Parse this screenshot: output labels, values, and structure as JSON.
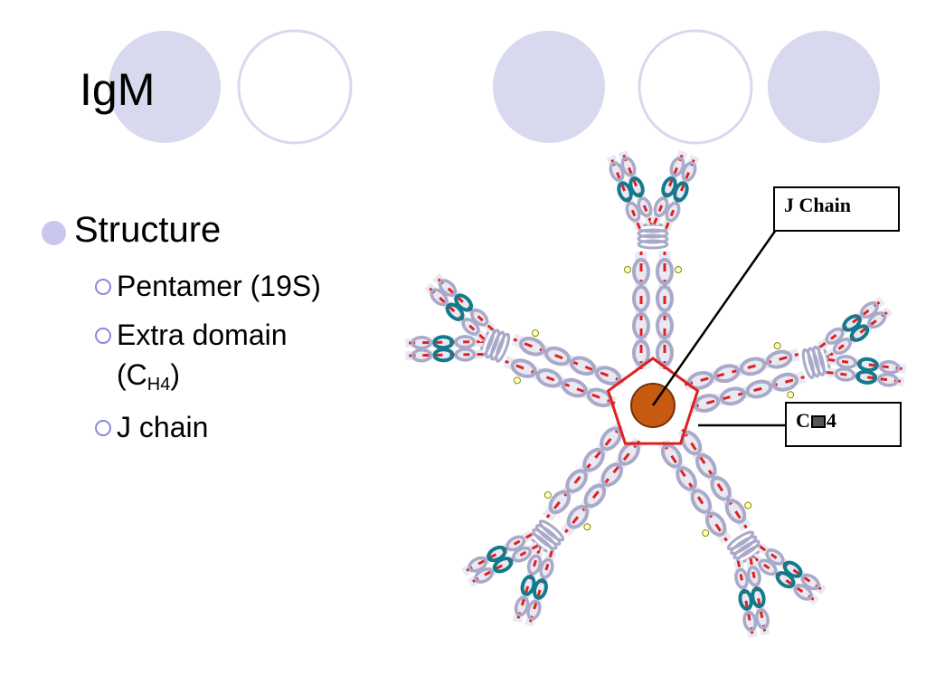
{
  "slide": {
    "title": "IgM",
    "bullet": "Structure",
    "items": [
      {
        "text": "Pentamer (19S)"
      },
      {
        "text": "Extra domain"
      },
      {
        "text_prefix": "(C",
        "subscript": "H4",
        "text_suffix": ")"
      },
      {
        "text": "J chain"
      }
    ]
  },
  "diagram": {
    "labels": {
      "j_chain": "J Chain",
      "c_domain_prefix": "C",
      "c_domain_suffix": "4"
    },
    "colors": {
      "accent_circle": "#d8d8ee",
      "ring_circle": "#d8d8ee",
      "pentagon": "#e02020",
      "j_chain_core": "#c65a10",
      "domain_loop": "#a9a9c9",
      "variable_domain": "#137a8c",
      "disulfide": "#e02020"
    }
  }
}
